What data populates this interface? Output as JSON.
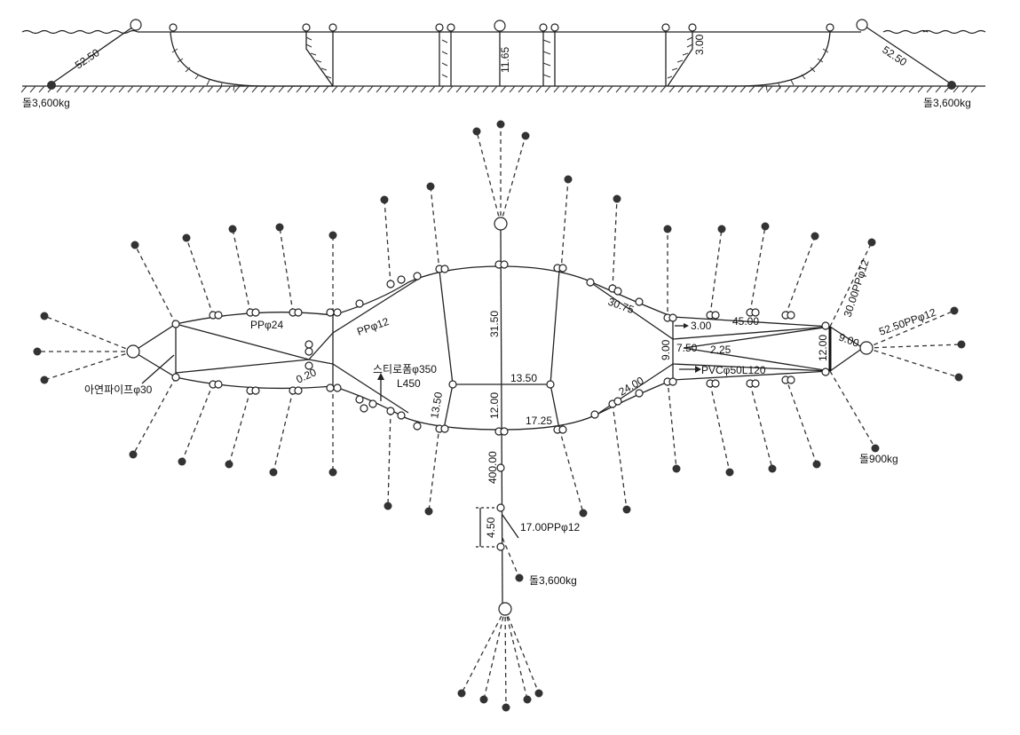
{
  "colors": {
    "line": "#222222",
    "anchor": "#333333",
    "background": "#ffffff"
  },
  "side_view": {
    "left_anchor_line": "52.50",
    "right_anchor_line": "52.50",
    "center_depth": "11.65",
    "inner_depth": "3.00",
    "left_anchor": "돌3,600kg",
    "right_anchor": "돌3,600kg"
  },
  "plan_view": {
    "main_rope": "PPφ24",
    "side_rope": "PPφ12",
    "zinc_pipe": "아연파이프φ30",
    "styrofoam_float": "스티로폼φ350",
    "float_length": "L450",
    "small_gap": "0.20",
    "leader_length": "31.50",
    "box_width": "13.50",
    "box_side": "13.50",
    "box_bottom": "12.00",
    "bottom_right": "17.25",
    "upper_right": "30.75",
    "lower_right": "24.00",
    "mouth_top": "3.00",
    "chamber_top": "45.00",
    "mouth_height": "9.00",
    "mouth_inner": "7.50",
    "mouth_gap": "2.25",
    "pvc_pipe": "PVCφ50L120",
    "right_mouth": "12.00",
    "right_short": "9.00",
    "right_anchor_top": "30.00PPφ12",
    "right_anchor_main": "52.50PPφ12",
    "right_anchor_weight": "돌900kg",
    "leader_down": "400.00",
    "float_spacing": "4.50",
    "bottom_rope": "17.00PPφ12",
    "bottom_anchor": "돌3,600kg"
  }
}
